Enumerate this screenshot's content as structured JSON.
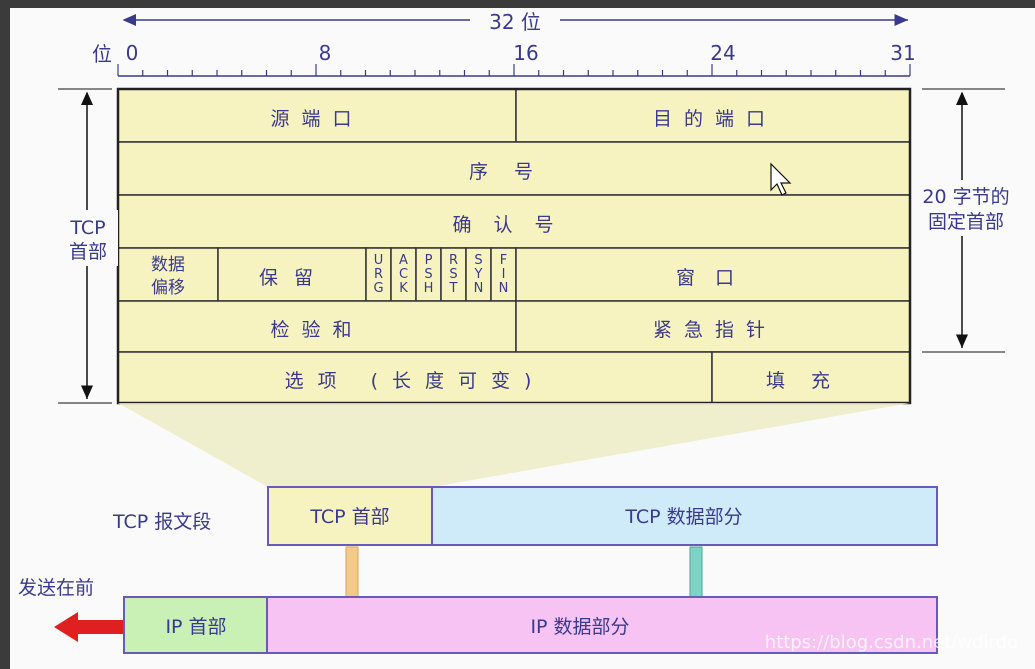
{
  "diagram": {
    "bit_width_label": "32 位",
    "bit_axis_label": "位",
    "bit_ticks": [
      "0",
      "8",
      "16",
      "24",
      "31"
    ],
    "header": {
      "source_port": "源端口",
      "dest_port": "目的端口",
      "sequence_number": "序号",
      "ack_number": "确认号",
      "data_offset_line1": "数据",
      "data_offset_line2": "偏移",
      "reserved": "保留",
      "flags": [
        "URG",
        "ACK",
        "PSH",
        "RST",
        "SYN",
        "FIN"
      ],
      "window": "窗口",
      "checksum": "检验和",
      "urgent_pointer": "紧急指针",
      "options": "选项 (长度可变)",
      "padding": "填充"
    },
    "tcp_header_label_line1": "TCP",
    "tcp_header_label_line2": "首部",
    "fixed_label_line1": "20 字节的",
    "fixed_label_line2": "固定首部",
    "segment": {
      "label": "TCP 报文段",
      "header": "TCP 首部",
      "data": "TCP 数据部分"
    },
    "ip": {
      "send_first": "发送在前",
      "header": "IP 首部",
      "data": "IP 数据部分"
    },
    "watermark": "https://blog.csdn.net/wdirdo"
  },
  "colors": {
    "header_fill": "#f7f3c1",
    "text": "#3a3a8c",
    "tcp_data_fill": "#cfeaf9",
    "ip_header_fill": "#c9f0b5",
    "ip_data_fill": "#f6c3f3",
    "arrow_red": "#e02020",
    "arrow_orange": "#f5c98a",
    "arrow_teal": "#7fd3c6"
  }
}
